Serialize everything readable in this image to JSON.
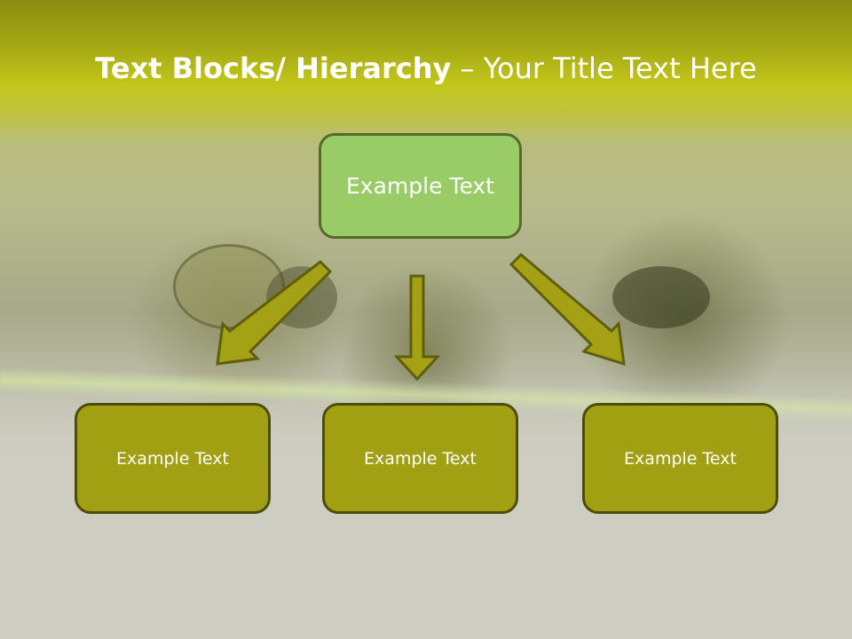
{
  "slide": {
    "title_bold": "Text Blocks/ Hierarchy",
    "title_rest": " – Your Title Text Here"
  },
  "diagram": {
    "top_box": "Example Text",
    "children": [
      "Example Text",
      "Example Text",
      "Example Text"
    ]
  },
  "colors": {
    "title_bar": "#a6ab14",
    "top_box_fill": "#99cc66",
    "child_box_fill": "#a1a012",
    "arrow_fill": "#a4a214",
    "arrow_stroke": "#5f5e0c"
  }
}
